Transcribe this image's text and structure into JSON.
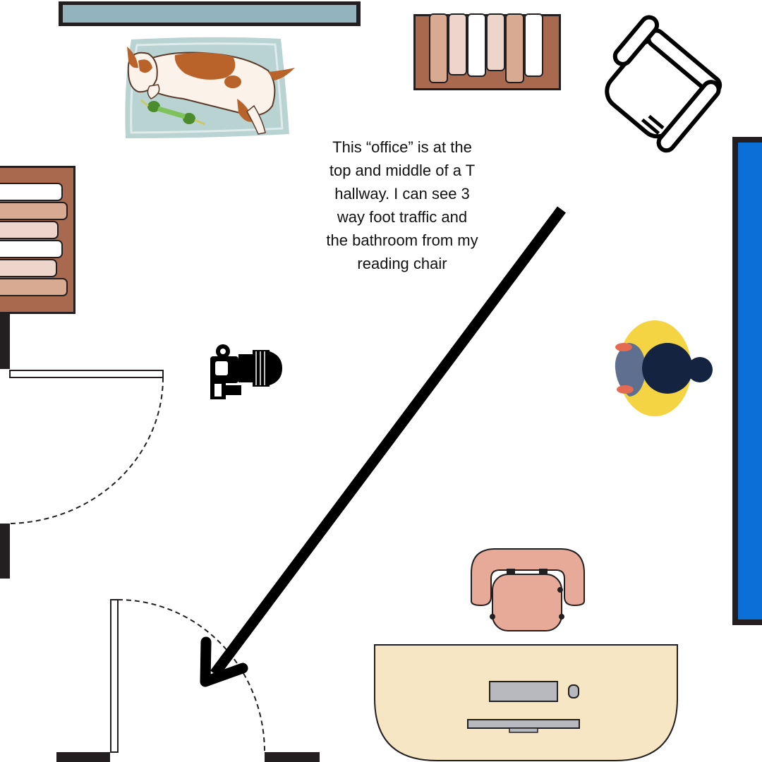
{
  "note": {
    "lines": [
      "This “office” is at the",
      "top and middle of a T",
      "hallway. I can see 3",
      "way foot traffic and",
      "the bathroom from my",
      "reading chair"
    ]
  },
  "colors": {
    "background": "#ffffff",
    "wall": "#231f20",
    "window_glass": "#93b4bf",
    "tv_panel": "#0a6fd6",
    "bookshelf_wood": "#a8694f",
    "rug": "#b8d3d1",
    "desk": "#f7e6c4",
    "desk_chair": "#e8aa98",
    "person_shirt": "#f5d443",
    "person_hair": "#14233f",
    "arrow": "#000000"
  },
  "icons": [
    "window-icon",
    "dog-icon",
    "bookshelf-icon",
    "reading-chair-icon",
    "tv-icon",
    "camera-icon",
    "person-icon",
    "door-icon",
    "desk-icon",
    "desk-chair-icon",
    "computer-icon",
    "arrow-icon"
  ]
}
